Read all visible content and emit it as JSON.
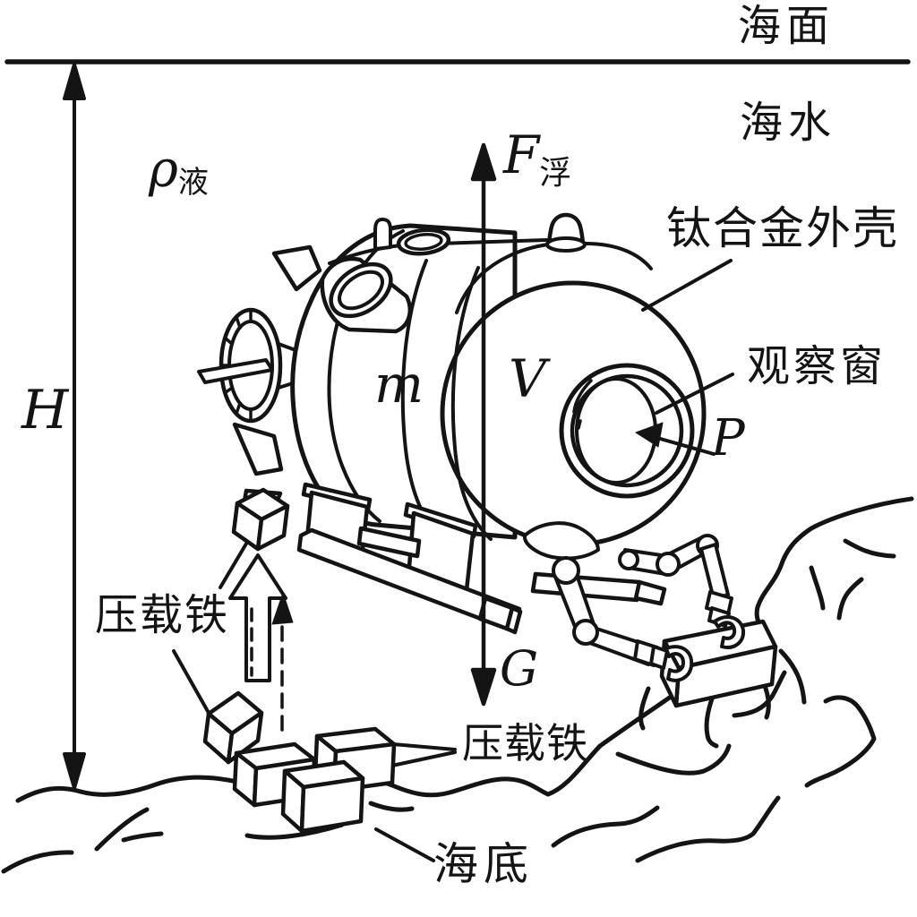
{
  "colors": {
    "ink": "#141414",
    "background": "#ffffff"
  },
  "labels": {
    "sea_surface": "海面",
    "sea_water": "海水",
    "density_symbol": "ρ",
    "density_subscript": "液",
    "depth_symbol": "H",
    "buoyancy_symbol": "F",
    "buoyancy_subscript": "浮",
    "gravity_symbol": "G",
    "mass_symbol": "m",
    "volume_symbol": "V",
    "pressure_point_symbol": "P",
    "hull_label": "钛合金外壳",
    "window_label": "观察窗",
    "ballast_label_left": "压载铁",
    "ballast_label_right": "压载铁",
    "seabed_label": "海底"
  }
}
